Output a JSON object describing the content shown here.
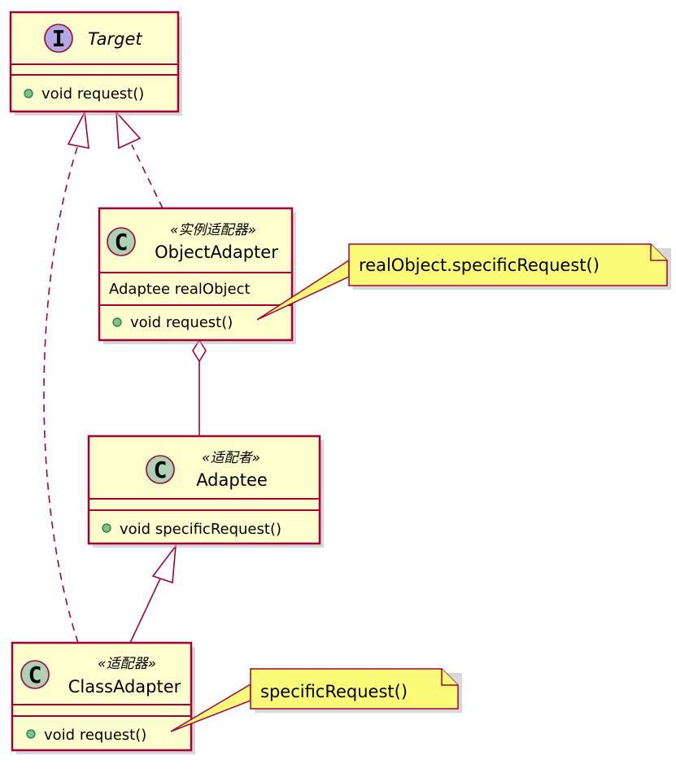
{
  "classes": {
    "target": {
      "kind": "I",
      "name": "Target",
      "methods": [
        "void request()"
      ]
    },
    "object_adapter": {
      "kind": "C",
      "stereotype": "«实例适配器»",
      "name": "ObjectAdapter",
      "fields": [
        "Adaptee realObject"
      ],
      "methods": [
        "void request()"
      ]
    },
    "adaptee": {
      "kind": "C",
      "stereotype": "«适配者»",
      "name": "Adaptee",
      "methods": [
        "void specificRequest()"
      ]
    },
    "class_adapter": {
      "kind": "C",
      "stereotype": "«适配器»",
      "name": "ClassAdapter",
      "methods": [
        "void request()"
      ]
    }
  },
  "notes": {
    "object_adapter_note": "realObject.specificRequest()",
    "class_adapter_note": "specificRequest()"
  },
  "colors": {
    "class_fill": "#FEFECE",
    "border": "#A80036",
    "note_fill": "#FBFB77",
    "class_badge": "#ADD1B2",
    "interface_badge": "#B4A7E5",
    "public_marker": "#84BE84"
  }
}
